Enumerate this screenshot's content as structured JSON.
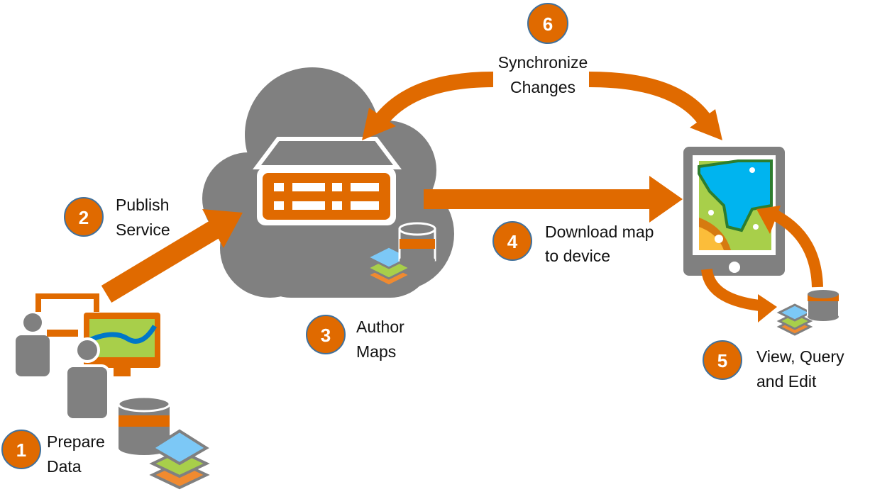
{
  "colors": {
    "accent": "#e06a00",
    "gray": "#808080",
    "badge_border": "#41719c",
    "water": "#00b4ef",
    "land": "#a8cf4a",
    "dark_green": "#2d7d2e"
  },
  "steps": [
    {
      "number": "1",
      "line1": "Prepare",
      "line2": "Data"
    },
    {
      "number": "2",
      "line1": "Publish",
      "line2": "Service"
    },
    {
      "number": "3",
      "line1": "Author",
      "line2": "Maps"
    },
    {
      "number": "4",
      "line1": "Download map",
      "line2": "to device"
    },
    {
      "number": "5",
      "line1": "View, Query",
      "line2": "and Edit"
    },
    {
      "number": "6",
      "line1": "Synchronize",
      "line2": "Changes"
    }
  ]
}
